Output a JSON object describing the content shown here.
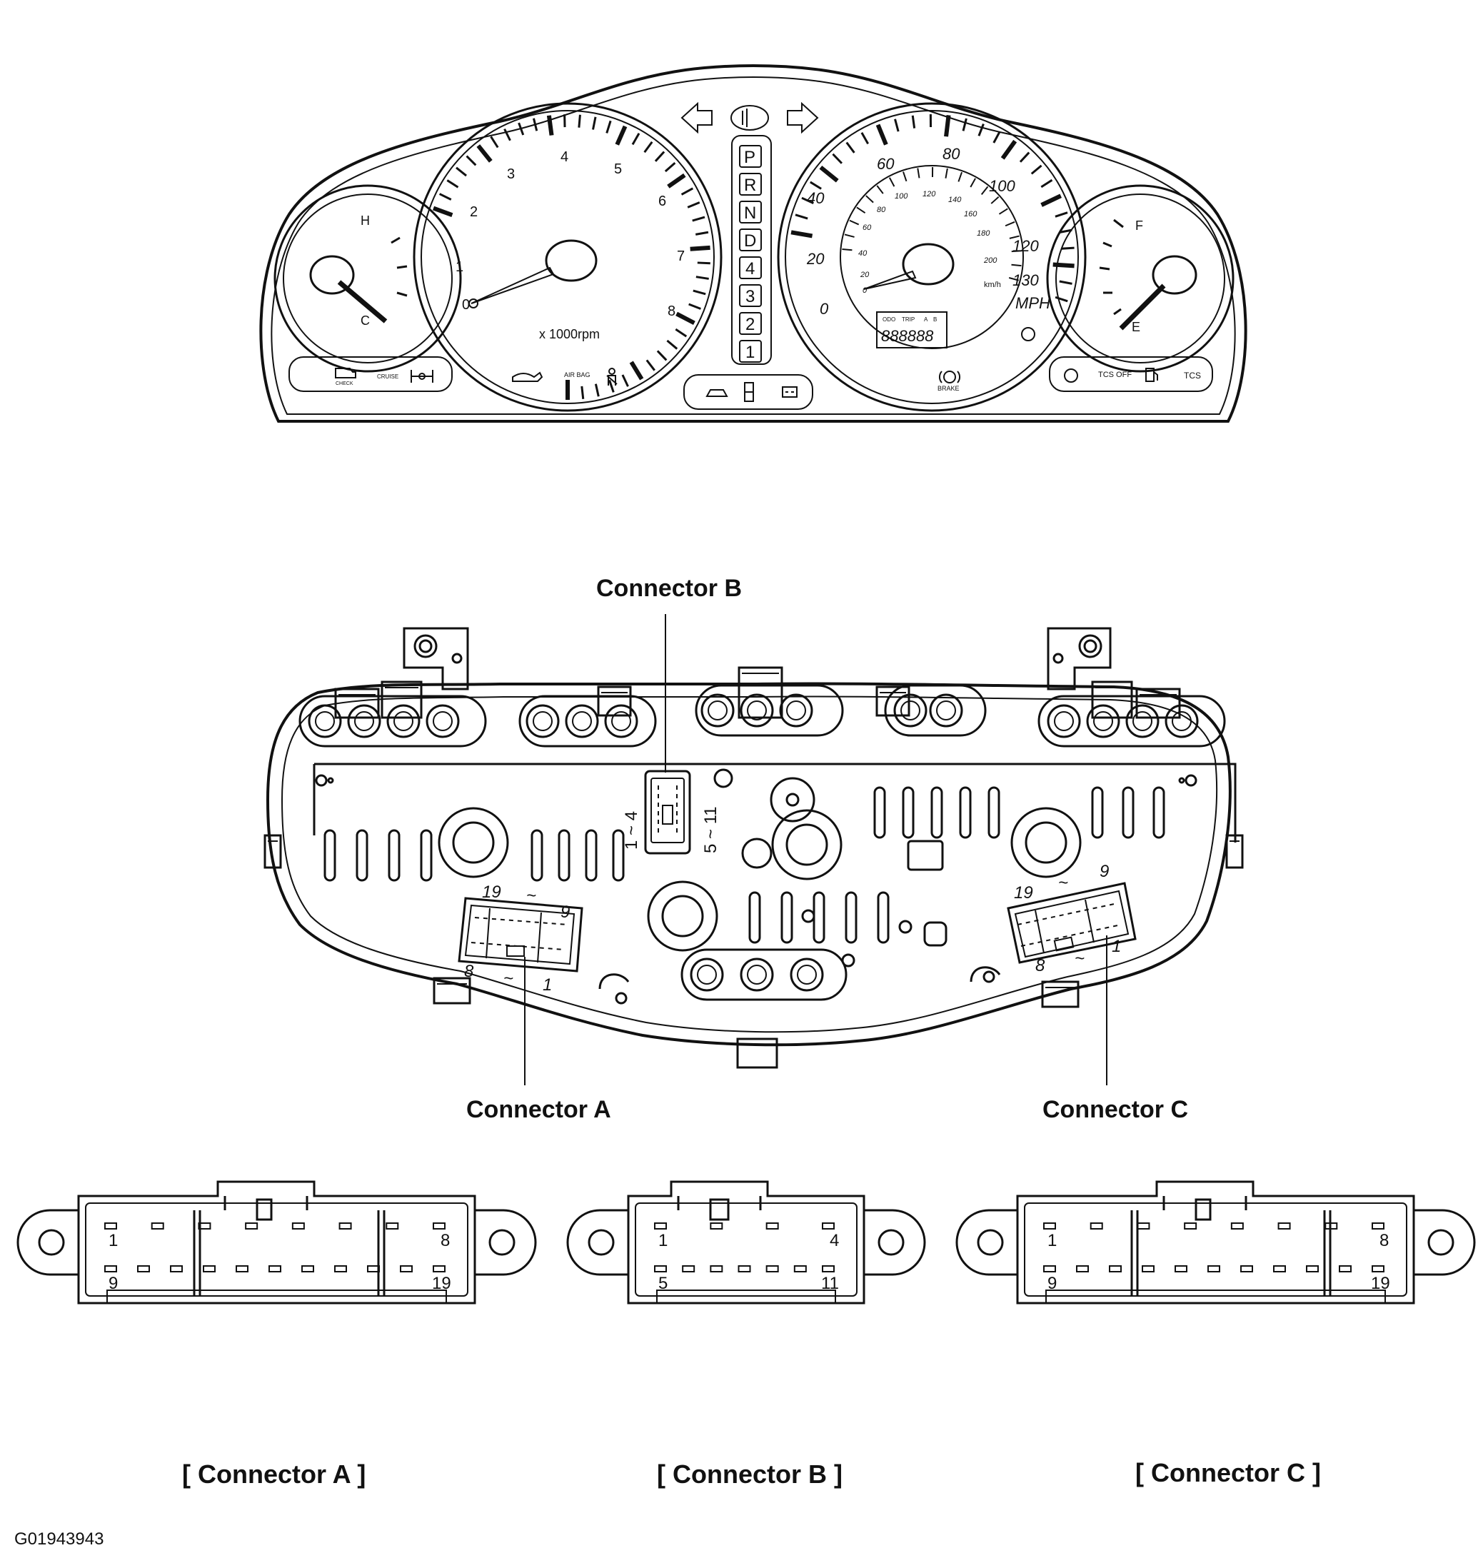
{
  "cluster": {
    "tach": {
      "scale": [
        "0",
        "1",
        "2",
        "3",
        "4",
        "5",
        "6",
        "7",
        "8"
      ],
      "unit": "x 1000rpm"
    },
    "speedo": {
      "mph_scale": [
        "0",
        "20",
        "40",
        "60",
        "80",
        "100",
        "120",
        "130"
      ],
      "kmh_scale": [
        "0",
        "20",
        "40",
        "60",
        "80",
        "100",
        "120",
        "140",
        "160",
        "180",
        "200"
      ],
      "kmh_unit": "km/h",
      "mph_unit": "MPH",
      "odo_labels": [
        "ODO",
        "TRIP",
        "A",
        "B"
      ],
      "odo_digits": "888888"
    },
    "temp_gauge": {
      "hot": "H",
      "cold": "C"
    },
    "fuel_gauge": {
      "full": "F",
      "empty": "E"
    },
    "gear_positions": [
      "P",
      "R",
      "N",
      "D",
      "4",
      "3",
      "2",
      "1"
    ],
    "indicators": {
      "check": "CHECK",
      "cruise": "CRUISE",
      "airbag": "AIR BAG",
      "brake": "BRAKE",
      "tcs_off": "TCS OFF",
      "tcs": "TCS"
    }
  },
  "rear_view": {
    "connector_b_label": "Connector B",
    "connector_a_label": "Connector A",
    "connector_c_label": "Connector C",
    "connector_b_pins_left": "1 ~ 4",
    "connector_b_pins_right": "5 ~ 11",
    "connector_a_pins": {
      "top_left": "19",
      "top_tilde": "~",
      "top_right": "9",
      "bottom_left": "8",
      "bottom_tilde": "~",
      "bottom_right": "1"
    },
    "connector_c_pins": {
      "top_left": "19",
      "top_tilde": "~",
      "top_right": "9",
      "bottom_left": "8",
      "bottom_tilde": "~",
      "bottom_right": "1"
    }
  },
  "connectors": [
    {
      "caption": "[ Connector A ]",
      "pin_tl": "1",
      "pin_tr": "8",
      "pin_bl": "9",
      "pin_br": "19"
    },
    {
      "caption": "[ Connector B ]",
      "pin_tl": "1",
      "pin_tr": "4",
      "pin_bl": "5",
      "pin_br": "11"
    },
    {
      "caption": "[ Connector C ]",
      "pin_tl": "1",
      "pin_tr": "8",
      "pin_bl": "9",
      "pin_br": "19"
    }
  ],
  "figure_code": "G01943943"
}
